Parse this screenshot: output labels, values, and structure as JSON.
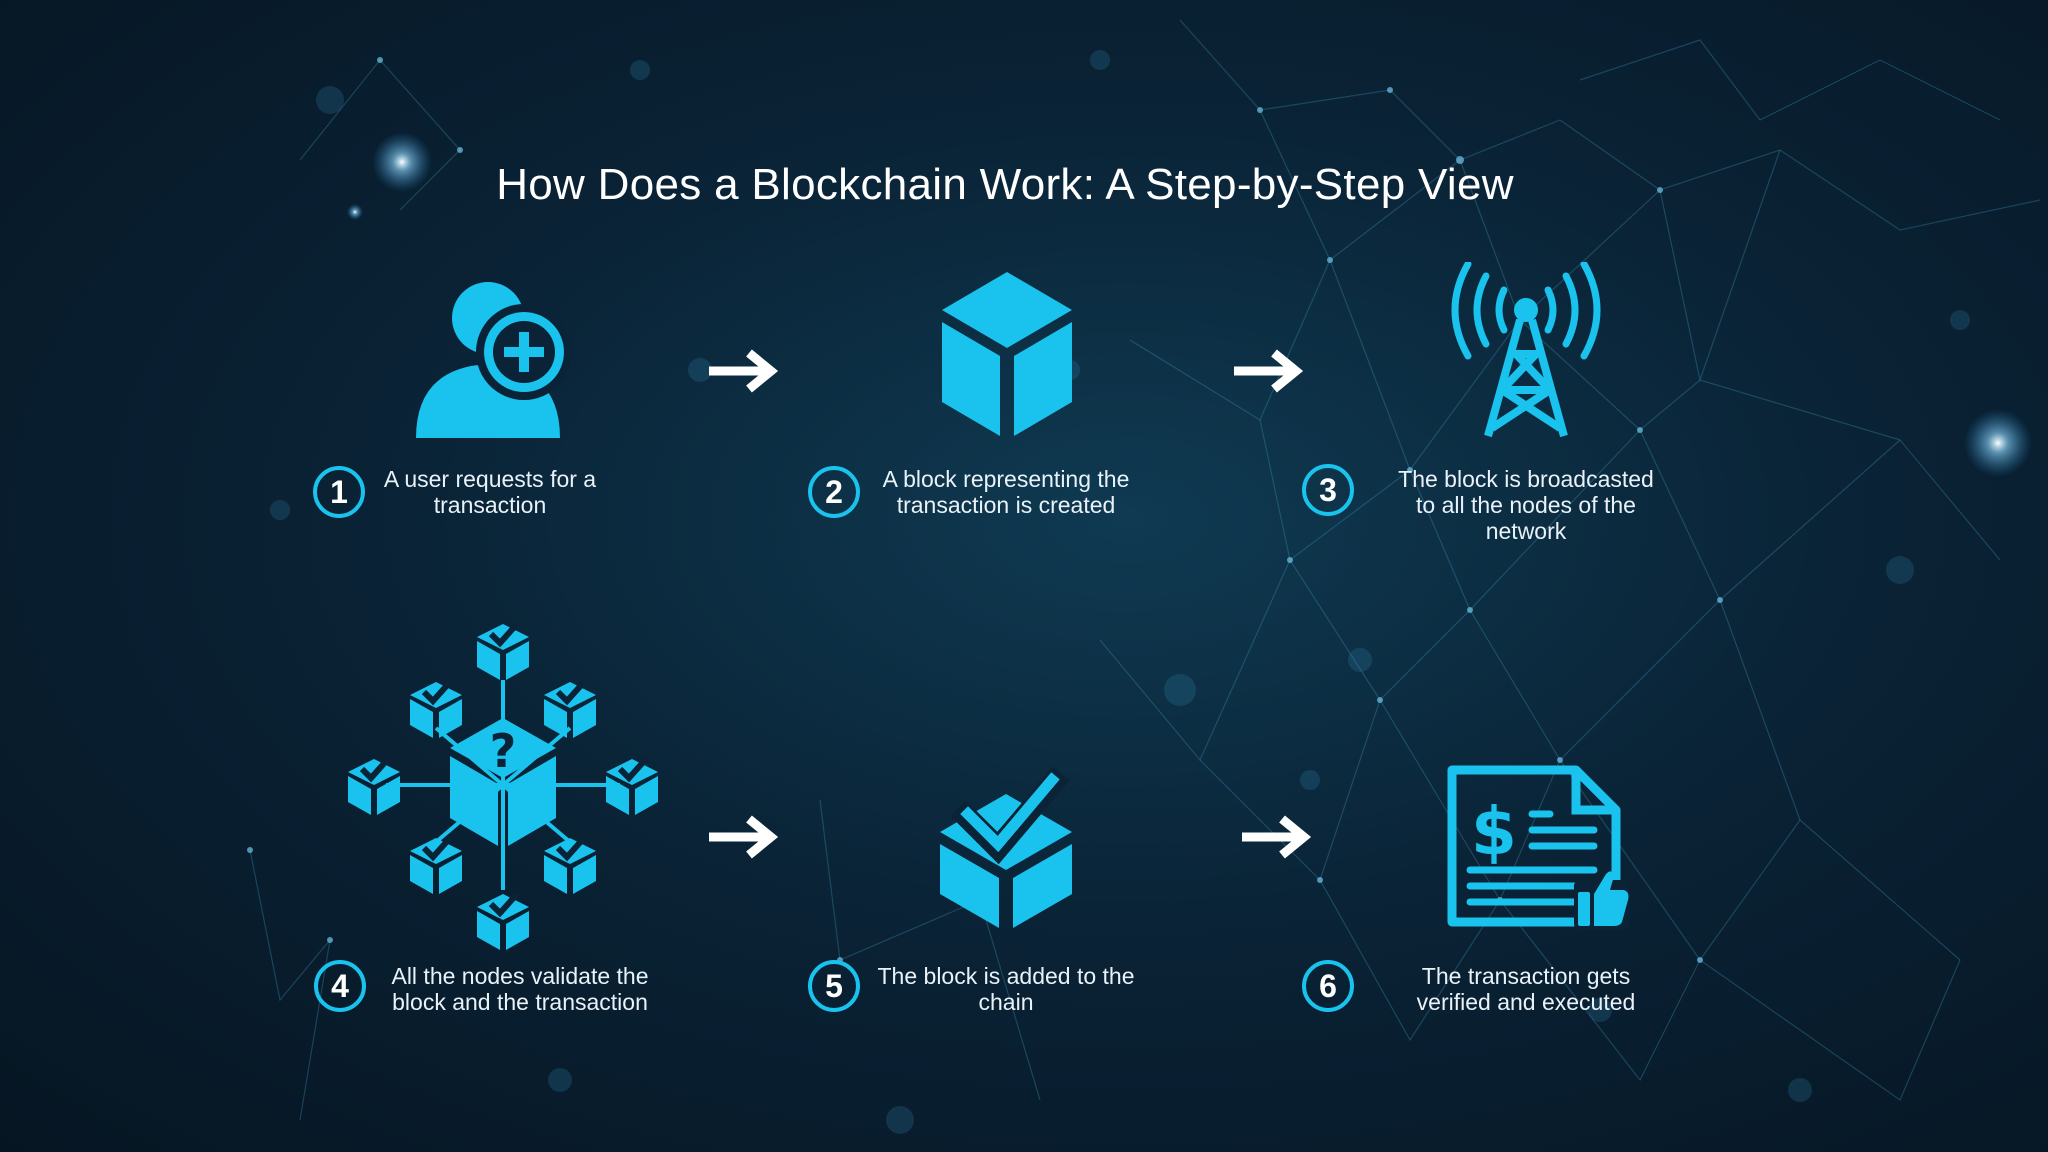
{
  "title": "How Does a Blockchain Work: A Step-by-Step View",
  "accent_color": "#19c3ee",
  "steps": [
    {
      "number": "1",
      "text": "A user requests for a transaction",
      "icon": "user-add-icon"
    },
    {
      "number": "2",
      "text": "A block representing the transaction is created",
      "icon": "block-cube-icon"
    },
    {
      "number": "3",
      "text": "The block is broadcasted to all the nodes of the network",
      "icon": "broadcast-tower-icon"
    },
    {
      "number": "4",
      "text": "All the nodes validate the block and the transaction",
      "icon": "node-network-validation-icon"
    },
    {
      "number": "5",
      "text": "The block is added to the chain",
      "icon": "verified-block-icon"
    },
    {
      "number": "6",
      "text": "The transaction gets verified and executed",
      "icon": "approved-invoice-icon"
    }
  ]
}
